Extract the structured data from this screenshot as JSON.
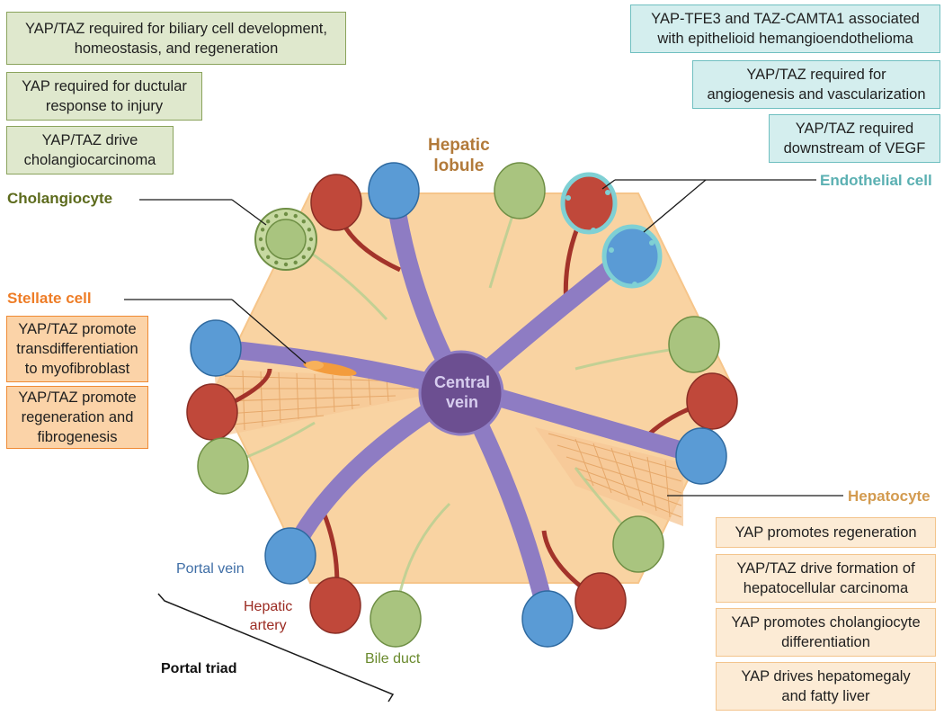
{
  "colors": {
    "lobule": "#f9d3a2",
    "portal_vein": "#5a9bd5",
    "hepatic_artery": "#c0483a",
    "bile_duct": "#a9c47f",
    "central_vein": "#6c4f91",
    "sinusoid": "#8e7cc3",
    "green_box": "#dfe8cd",
    "teal_box": "#d4eeee",
    "orange_box": "#fbd3a8",
    "peach_box": "#fcebd5"
  },
  "labels": {
    "hepatic_lobule": "Hepatic\nlobule",
    "central_vein": "Central\nvein",
    "cholangiocyte": "Cholangiocyte",
    "stellate_cell": "Stellate cell",
    "endothelial_cell": "Endothelial cell",
    "hepatocyte": "Hepatocyte",
    "portal_vein": "Portal vein",
    "hepatic_artery": "Hepatic\nartery",
    "bile_duct": "Bile duct",
    "portal_triad": "Portal triad"
  },
  "cholangiocyte_boxes": [
    "YAP/TAZ required for biliary cell development,\nhomeostasis, and regeneration",
    "YAP required for ductular\nresponse to injury",
    "YAP/TAZ drive\ncholangiocarcinoma"
  ],
  "endothelial_boxes": [
    "YAP-TFE3 and TAZ-CAMTA1 associated\nwith epithelioid hemangioendothelioma",
    "YAP/TAZ required for\nangiogenesis and vascularization",
    "YAP/TAZ required\ndownstream of VEGF"
  ],
  "stellate_boxes": [
    "YAP/TAZ promote\ntransdifferentiation\nto myofibroblast",
    "YAP/TAZ promote\nregeneration and\nfibrogenesis"
  ],
  "hepatocyte_boxes": [
    "YAP promotes regeneration",
    "YAP/TAZ drive formation of\nhepatocellular carcinoma",
    "YAP promotes cholangiocyte\ndifferentiation",
    "YAP drives hepatomegaly\nand fatty liver"
  ]
}
